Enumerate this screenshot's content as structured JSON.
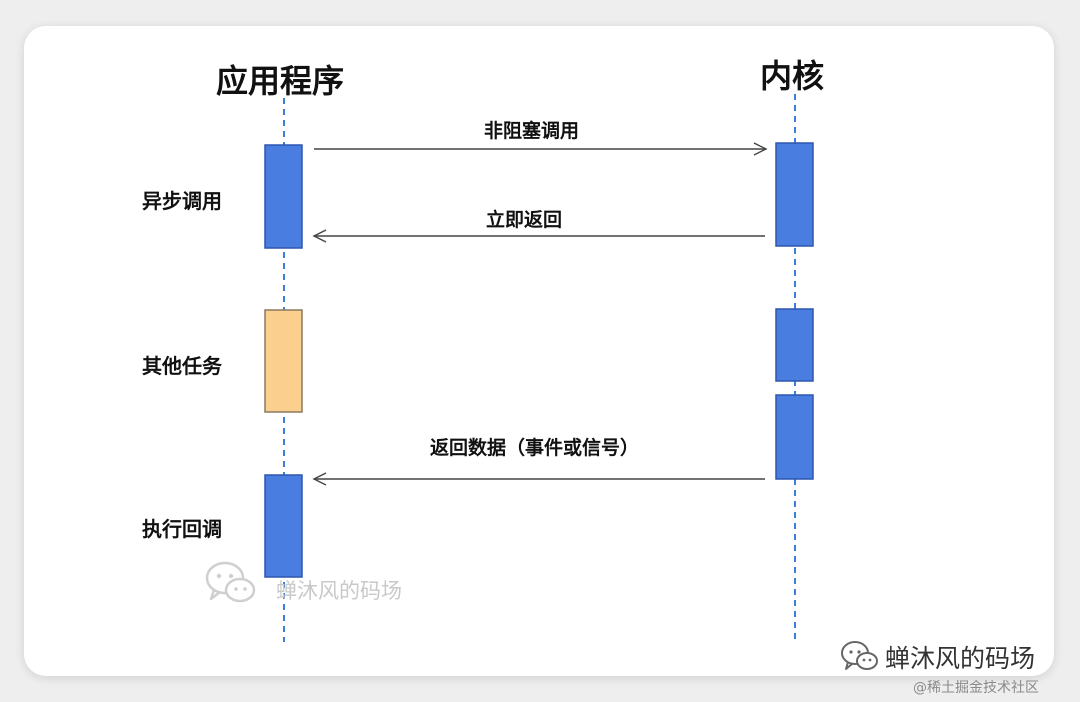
{
  "actors": {
    "app": "应用程序",
    "kernel": "内核"
  },
  "phases": {
    "async_call": "异步调用",
    "other_tasks": "其他任务",
    "run_callback": "执行回调"
  },
  "messages": {
    "nonblocking_call": "非阻塞调用",
    "return_immediately": "立即返回",
    "return_data": "返回数据（事件或信号）"
  },
  "watermark": {
    "center_text": "蝉沐风的码场",
    "brand_text": "蝉沐风的码场",
    "community_text": "@稀土掘金技术社区",
    "icon": "wechat-icon"
  },
  "colors": {
    "activation": "#4a7de0",
    "activation_border": "#2d57b0",
    "task": "#fbd08f",
    "task_border": "#8a7a60",
    "lifeline": "#3b7fd8",
    "arrow": "#444444"
  }
}
